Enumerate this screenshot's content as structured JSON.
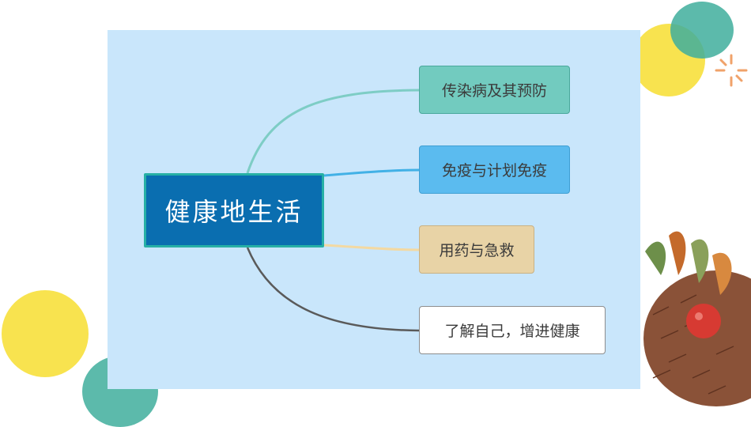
{
  "mindmap": {
    "root": "健康地生活",
    "branches": [
      {
        "label": "传染病及其预防",
        "color": "#72cbbf"
      },
      {
        "label": "免疫与计划免疫",
        "color": "#5bbbef"
      },
      {
        "label": "用药与急救",
        "color": "#e8d3a6"
      },
      {
        "label": "了解自己，增进健康",
        "color": "#ffffff"
      }
    ]
  },
  "colors": {
    "panel": "#c9e6fb",
    "root_fill": "#0a6eb0",
    "root_border": "#27b0a5",
    "link_1": "#7ecdc5",
    "link_2": "#42b1e6",
    "link_3": "#f3d9a2",
    "link_4": "#5a5a5a"
  }
}
